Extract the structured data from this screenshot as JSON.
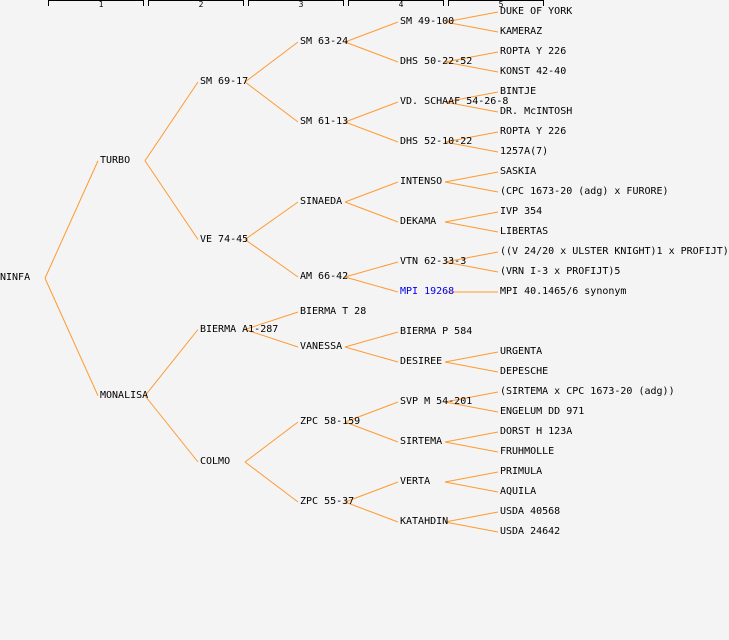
{
  "generation_labels": [
    "1",
    "2",
    "3",
    "4",
    "5"
  ],
  "colors": {
    "line": "#ff9a33",
    "link": "#0000ee",
    "background": "#f4f4f4"
  },
  "pedigree": {
    "name": "NINFA",
    "children": [
      {
        "name": "TURBO",
        "children": [
          {
            "name": "SM 69-17",
            "children": [
              {
                "name": "SM 63-24",
                "children": [
                  {
                    "name": "SM 49-100",
                    "children": [
                      {
                        "name": "DUKE OF YORK"
                      },
                      {
                        "name": "KAMERAZ"
                      }
                    ]
                  },
                  {
                    "name": "DHS 50-22-52",
                    "children": [
                      {
                        "name": "ROPTA Y 226"
                      },
                      {
                        "name": "KONST 42-40"
                      }
                    ]
                  }
                ]
              },
              {
                "name": "SM 61-13",
                "children": [
                  {
                    "name": "VD. SCHAAF 54-26-8",
                    "children": [
                      {
                        "name": "BINTJE"
                      },
                      {
                        "name": "DR. McINTOSH"
                      }
                    ]
                  },
                  {
                    "name": "DHS 52-10-22",
                    "children": [
                      {
                        "name": "ROPTA Y 226"
                      },
                      {
                        "name": "1257A(7)"
                      }
                    ]
                  }
                ]
              }
            ]
          },
          {
            "name": "VE 74-45",
            "children": [
              {
                "name": "SINAEDA",
                "children": [
                  {
                    "name": "INTENSO",
                    "children": [
                      {
                        "name": "SASKIA"
                      },
                      {
                        "name": "(CPC 1673-20 (adg) x FURORE)"
                      }
                    ]
                  },
                  {
                    "name": "DEKAMA",
                    "children": [
                      {
                        "name": "IVP 354"
                      },
                      {
                        "name": "LIBERTAS"
                      }
                    ]
                  }
                ]
              },
              {
                "name": "AM 66-42",
                "children": [
                  {
                    "name": "VTN 62-33-3",
                    "children": [
                      {
                        "name": "((V 24/20 x ULSTER KNIGHT)1 x PROFIJT)"
                      },
                      {
                        "name": "(VRN I-3 x PROFIJT)5"
                      }
                    ]
                  },
                  {
                    "name": "MPI 19268",
                    "link": true,
                    "children": [
                      {
                        "name": "MPI 40.1465/6 synonym"
                      }
                    ]
                  }
                ]
              }
            ]
          }
        ]
      },
      {
        "name": "MONALISA",
        "children": [
          {
            "name": "BIERMA A1-287",
            "children": [
              {
                "name": "BIERMA T 28"
              },
              {
                "name": "VANESSA",
                "children": [
                  {
                    "name": "BIERMA P 584"
                  },
                  {
                    "name": "DESIREE",
                    "children": [
                      {
                        "name": "URGENTA"
                      },
                      {
                        "name": "DEPESCHE"
                      }
                    ]
                  }
                ]
              }
            ]
          },
          {
            "name": "COLMO",
            "children": [
              {
                "name": "ZPC 58-159",
                "children": [
                  {
                    "name": "SVP M 54-201",
                    "children": [
                      {
                        "name": "(SIRTEMA x CPC 1673-20 (adg))"
                      },
                      {
                        "name": "ENGELUM DD 971"
                      }
                    ]
                  },
                  {
                    "name": "SIRTEMA",
                    "children": [
                      {
                        "name": "DORST H 123A"
                      },
                      {
                        "name": "FRUHMOLLE"
                      }
                    ]
                  }
                ]
              },
              {
                "name": "ZPC 55-37",
                "children": [
                  {
                    "name": "VERTA",
                    "children": [
                      {
                        "name": "PRIMULA"
                      },
                      {
                        "name": "AQUILA"
                      }
                    ]
                  },
                  {
                    "name": "KATAHDIN",
                    "children": [
                      {
                        "name": "USDA 40568"
                      },
                      {
                        "name": "USDA 24642"
                      }
                    ]
                  }
                ]
              }
            ]
          }
        ]
      }
    ]
  }
}
